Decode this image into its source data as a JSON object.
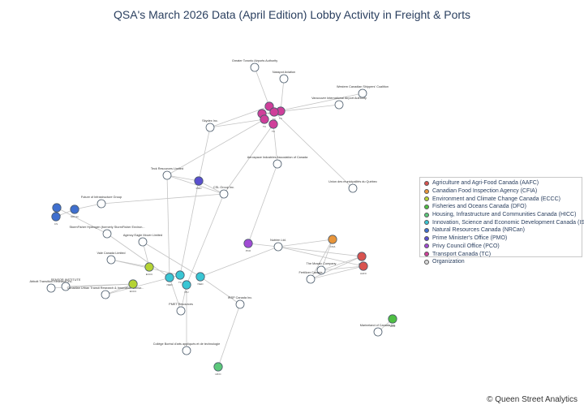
{
  "title": "QSA's March 2026 Data (April Edition) Lobby Activity in Freight & Ports",
  "footer": "© Queen Street Analytics",
  "colors": {
    "edge": "#c4c4c4",
    "node_stroke": "#4a5a6a",
    "organization_fill": "#ffffff"
  },
  "legend": [
    {
      "label": "Agriculture and Agri-Food Canada (AAFC)",
      "color": "#d9534f"
    },
    {
      "label": "Canadian Food Inspection Agency (CFIA)",
      "color": "#e8953a"
    },
    {
      "label": "Environment and Climate Change Canada (ECCC)",
      "color": "#b5d334"
    },
    {
      "label": "Fisheries and Oceans Canada (DFO)",
      "color": "#4fbf43"
    },
    {
      "label": "Housing, Infrastructure and Communities Canada (HICC)",
      "color": "#5cc87a"
    },
    {
      "label": "Innovation, Science and Economic Development Canada (ISED)",
      "color": "#39c6d4"
    },
    {
      "label": "Natural Resources Canada (NRCan)",
      "color": "#3f6fcf"
    },
    {
      "label": "Prime Minister's Office (PMO)",
      "color": "#5a4fcf"
    },
    {
      "label": "Privy Council Office (PCO)",
      "color": "#a14bd4"
    },
    {
      "label": "Transport Canada (TC)",
      "color": "#cf3f9a"
    },
    {
      "label": "Organization",
      "color": "#d9d9d9"
    }
  ],
  "nodes": [
    {
      "id": "gtaa",
      "label": "Greater Toronto Airports Authority",
      "code": "",
      "group": "org"
    },
    {
      "id": "nav",
      "label": "Nasspot Aviation",
      "code": "",
      "group": "org"
    },
    {
      "id": "wcsc",
      "label": "Western Canadian Shippers' Coalition",
      "code": "",
      "group": "org"
    },
    {
      "id": "viaa",
      "label": "Vancouver International Airport Authority",
      "code": "",
      "group": "org"
    },
    {
      "id": "skyfax",
      "label": "Skydex Inc.",
      "code": "",
      "group": "org"
    },
    {
      "id": "aiac",
      "label": "Aerospace Industries Association of Canada",
      "code": "",
      "group": "org"
    },
    {
      "id": "teck",
      "label": "Teck Resources Limited",
      "code": "",
      "group": "org"
    },
    {
      "id": "csl",
      "label": "CSL Group Inc.",
      "code": "",
      "group": "org"
    },
    {
      "id": "umq",
      "label": "Union des municipalités du Québec",
      "code": "",
      "group": "org"
    },
    {
      "id": "foig",
      "label": "Future of Infrastructure Group",
      "code": "",
      "group": "org"
    },
    {
      "id": "shf",
      "label": "StormFisher Hydrogen (formerly StormFisher Environ...",
      "code": "",
      "group": "org"
    },
    {
      "id": "aeml",
      "label": "Agency Eagle Mover Limited",
      "code": "",
      "group": "org"
    },
    {
      "id": "vcl",
      "label": "Vale Canada Limited",
      "code": "",
      "group": "org"
    },
    {
      "id": "nut",
      "label": "Nutrien Ltd.",
      "code": "",
      "group": "org"
    },
    {
      "id": "mosaic",
      "label": "The Mosaic Company",
      "code": "",
      "group": "org"
    },
    {
      "id": "fert",
      "label": "Fertilizer Canada",
      "code": "",
      "group": "org"
    },
    {
      "id": "sri",
      "label": "SENSOR INSTITUTE",
      "code": "",
      "group": "org"
    },
    {
      "id": "atrc",
      "label": "Abbott Transition Research Inc.",
      "code": "",
      "group": "org"
    },
    {
      "id": "cutr",
      "label": "Canadian Urban Transit Research & Innovation Conso...",
      "code": "",
      "group": "org"
    },
    {
      "id": "pmet",
      "label": "PMET Resources",
      "code": "",
      "group": "org"
    },
    {
      "id": "irsp",
      "label": "IRSP Canada Inc.",
      "code": "",
      "group": "org"
    },
    {
      "id": "cbat",
      "label": "Collège Boréal d'arts appliqués et de technologie",
      "code": "",
      "group": "org"
    },
    {
      "id": "mcdn",
      "label": "Marineland of Canada Inc.",
      "code": "",
      "group": "org"
    },
    {
      "id": "tc1",
      "label": "",
      "code": "TC",
      "group": "tc"
    },
    {
      "id": "tc2",
      "label": "",
      "code": "TC",
      "group": "tc"
    },
    {
      "id": "tc3",
      "label": "",
      "code": "TC",
      "group": "tc"
    },
    {
      "id": "tc4",
      "label": "",
      "code": "TC",
      "group": "tc"
    },
    {
      "id": "tc5",
      "label": "",
      "code": "TC",
      "group": "tc"
    },
    {
      "id": "tc6",
      "label": "",
      "code": "TC",
      "group": "tc"
    },
    {
      "id": "pmo",
      "label": "",
      "code": "PMO",
      "group": "pmo"
    },
    {
      "id": "nrcan1",
      "label": "",
      "code": "NRCan",
      "group": "nrcan"
    },
    {
      "id": "nrcan2",
      "label": "",
      "code": "NRCan",
      "group": "nrcan"
    },
    {
      "id": "nrcan3",
      "label": "",
      "code": "CS",
      "group": "nrcan"
    },
    {
      "id": "pco",
      "label": "",
      "code": "PCO",
      "group": "pco"
    },
    {
      "id": "cfia",
      "label": "",
      "code": "CFIA",
      "group": "cfia"
    },
    {
      "id": "aafc1",
      "label": "",
      "code": "AAFC",
      "group": "aafc"
    },
    {
      "id": "aafc2",
      "label": "",
      "code": "AAFC",
      "group": "aafc"
    },
    {
      "id": "eccc1",
      "label": "",
      "code": "ECCC",
      "group": "eccc"
    },
    {
      "id": "eccc2",
      "label": "",
      "code": "ECCC",
      "group": "eccc"
    },
    {
      "id": "ised1",
      "label": "",
      "code": "ISED",
      "group": "ised"
    },
    {
      "id": "ised2",
      "label": "",
      "code": "TC",
      "group": "ised"
    },
    {
      "id": "ised3",
      "label": "",
      "code": "PIU",
      "group": "ised"
    },
    {
      "id": "ised4",
      "label": "",
      "code": "ISED",
      "group": "ised"
    },
    {
      "id": "hicc",
      "label": "",
      "code": "HICC",
      "group": "hicc"
    },
    {
      "id": "dfo",
      "label": "",
      "code": "DFO",
      "group": "dfo"
    }
  ],
  "edges": [
    [
      "gtaa",
      "tc1"
    ],
    [
      "nav",
      "tc2"
    ],
    [
      "wcsc",
      "tc3"
    ],
    [
      "viaa",
      "tc4"
    ],
    [
      "skyfax",
      "tc1"
    ],
    [
      "skyfax",
      "tc5"
    ],
    [
      "skyfax",
      "pmo"
    ],
    [
      "aiac",
      "tc6"
    ],
    [
      "aiac",
      "pco"
    ],
    [
      "teck",
      "tc5"
    ],
    [
      "teck",
      "pmo"
    ],
    [
      "teck",
      "ised1"
    ],
    [
      "csl",
      "tc6"
    ],
    [
      "csl",
      "pmo"
    ],
    [
      "csl",
      "ised3"
    ],
    [
      "umq",
      "tc3"
    ],
    [
      "foig",
      "nrcan1"
    ],
    [
      "foig",
      "csl"
    ],
    [
      "shf",
      "nrcan2"
    ],
    [
      "shf",
      "ised1"
    ],
    [
      "aeml",
      "eccc1"
    ],
    [
      "aeml",
      "ised4"
    ],
    [
      "vcl",
      "eccc1"
    ],
    [
      "vcl",
      "ised2"
    ],
    [
      "nut",
      "pco"
    ],
    [
      "nut",
      "cfia"
    ],
    [
      "nut",
      "aafc1"
    ],
    [
      "nut",
      "aafc2"
    ],
    [
      "nut",
      "ised4"
    ],
    [
      "mosaic",
      "aafc1"
    ],
    [
      "mosaic",
      "aafc2"
    ],
    [
      "mosaic",
      "cfia"
    ],
    [
      "fert",
      "aafc1"
    ],
    [
      "fert",
      "aafc2"
    ],
    [
      "fert",
      "cfia"
    ],
    [
      "sri",
      "eccc2"
    ],
    [
      "atrc",
      "eccc2"
    ],
    [
      "cutr",
      "eccc2"
    ],
    [
      "cutr",
      "ised2"
    ],
    [
      "pmet",
      "ised1"
    ],
    [
      "pmet",
      "ised3"
    ],
    [
      "irsp",
      "ised4"
    ],
    [
      "irsp",
      "hicc"
    ],
    [
      "cbat",
      "ised3"
    ],
    [
      "mcdn",
      "dfo"
    ],
    [
      "nrcan3",
      "nrcan1"
    ],
    [
      "teck",
      "csl"
    ],
    [
      "pmo",
      "ised2"
    ]
  ]
}
